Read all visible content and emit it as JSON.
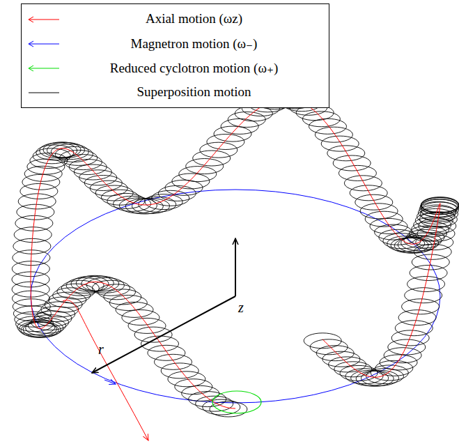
{
  "diagram": {
    "labels": [
      "z⃗",
      "r⃗"
    ],
    "legend": [
      {
        "text": "Axial motion (ωz)"
      },
      {
        "text": "Magnetron motion (ω₋)"
      },
      {
        "text": "Reduced cyclotron motion (ω₊)"
      },
      {
        "text": "Superposition motion"
      }
    ]
  }
}
